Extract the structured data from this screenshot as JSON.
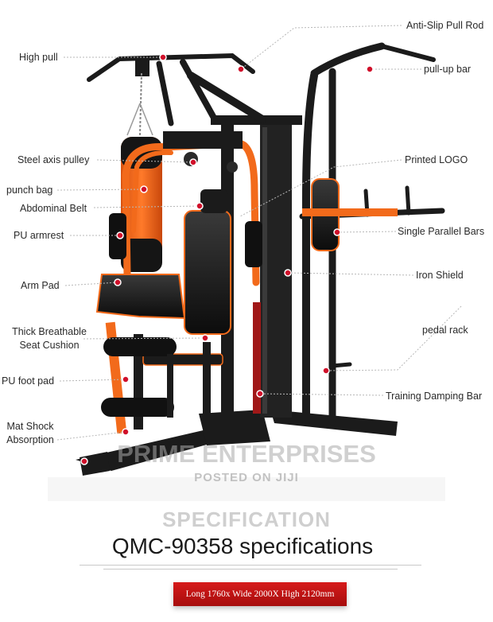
{
  "colors": {
    "accent": "#f26a1b",
    "frame": "#1b1b1b",
    "marker": "#d0102a",
    "banner": "#c41414"
  },
  "callouts": {
    "high_pull": "High pull",
    "anti_slip_pull_rod": "Anti-Slip Pull Rod",
    "pull_up_bar": "pull-up bar",
    "steel_axis_pulley": "Steel axis pulley",
    "printed_logo": "Printed LOGO",
    "punch_bag": "punch bag",
    "abdominal_belt": "Abdominal Belt",
    "pu_armrest": "PU armrest",
    "single_parallel_bars": "Single Parallel Bars",
    "arm_pad": "Arm Pad",
    "iron_shield": "Iron Shield",
    "thick_breathable_seat_cushion_line1": "Thick Breathable",
    "thick_breathable_seat_cushion_line2": "Seat Cushion",
    "pedal_rack": "pedal rack",
    "pu_foot_pad": "PU foot pad",
    "training_damping_bar": "Training Damping Bar",
    "mat_shock_absorption_line1": "Mat Shock",
    "mat_shock_absorption_line2": "Absorption"
  },
  "watermark": {
    "company": "PRIME ENTERPRISES",
    "posted": "POSTED ON JIJI"
  },
  "specs": {
    "heading": "SPECIFICATION",
    "title": "QMC-90358 specifications",
    "dimensions": "Long 1760x Wide 2000X High 2120mm"
  }
}
